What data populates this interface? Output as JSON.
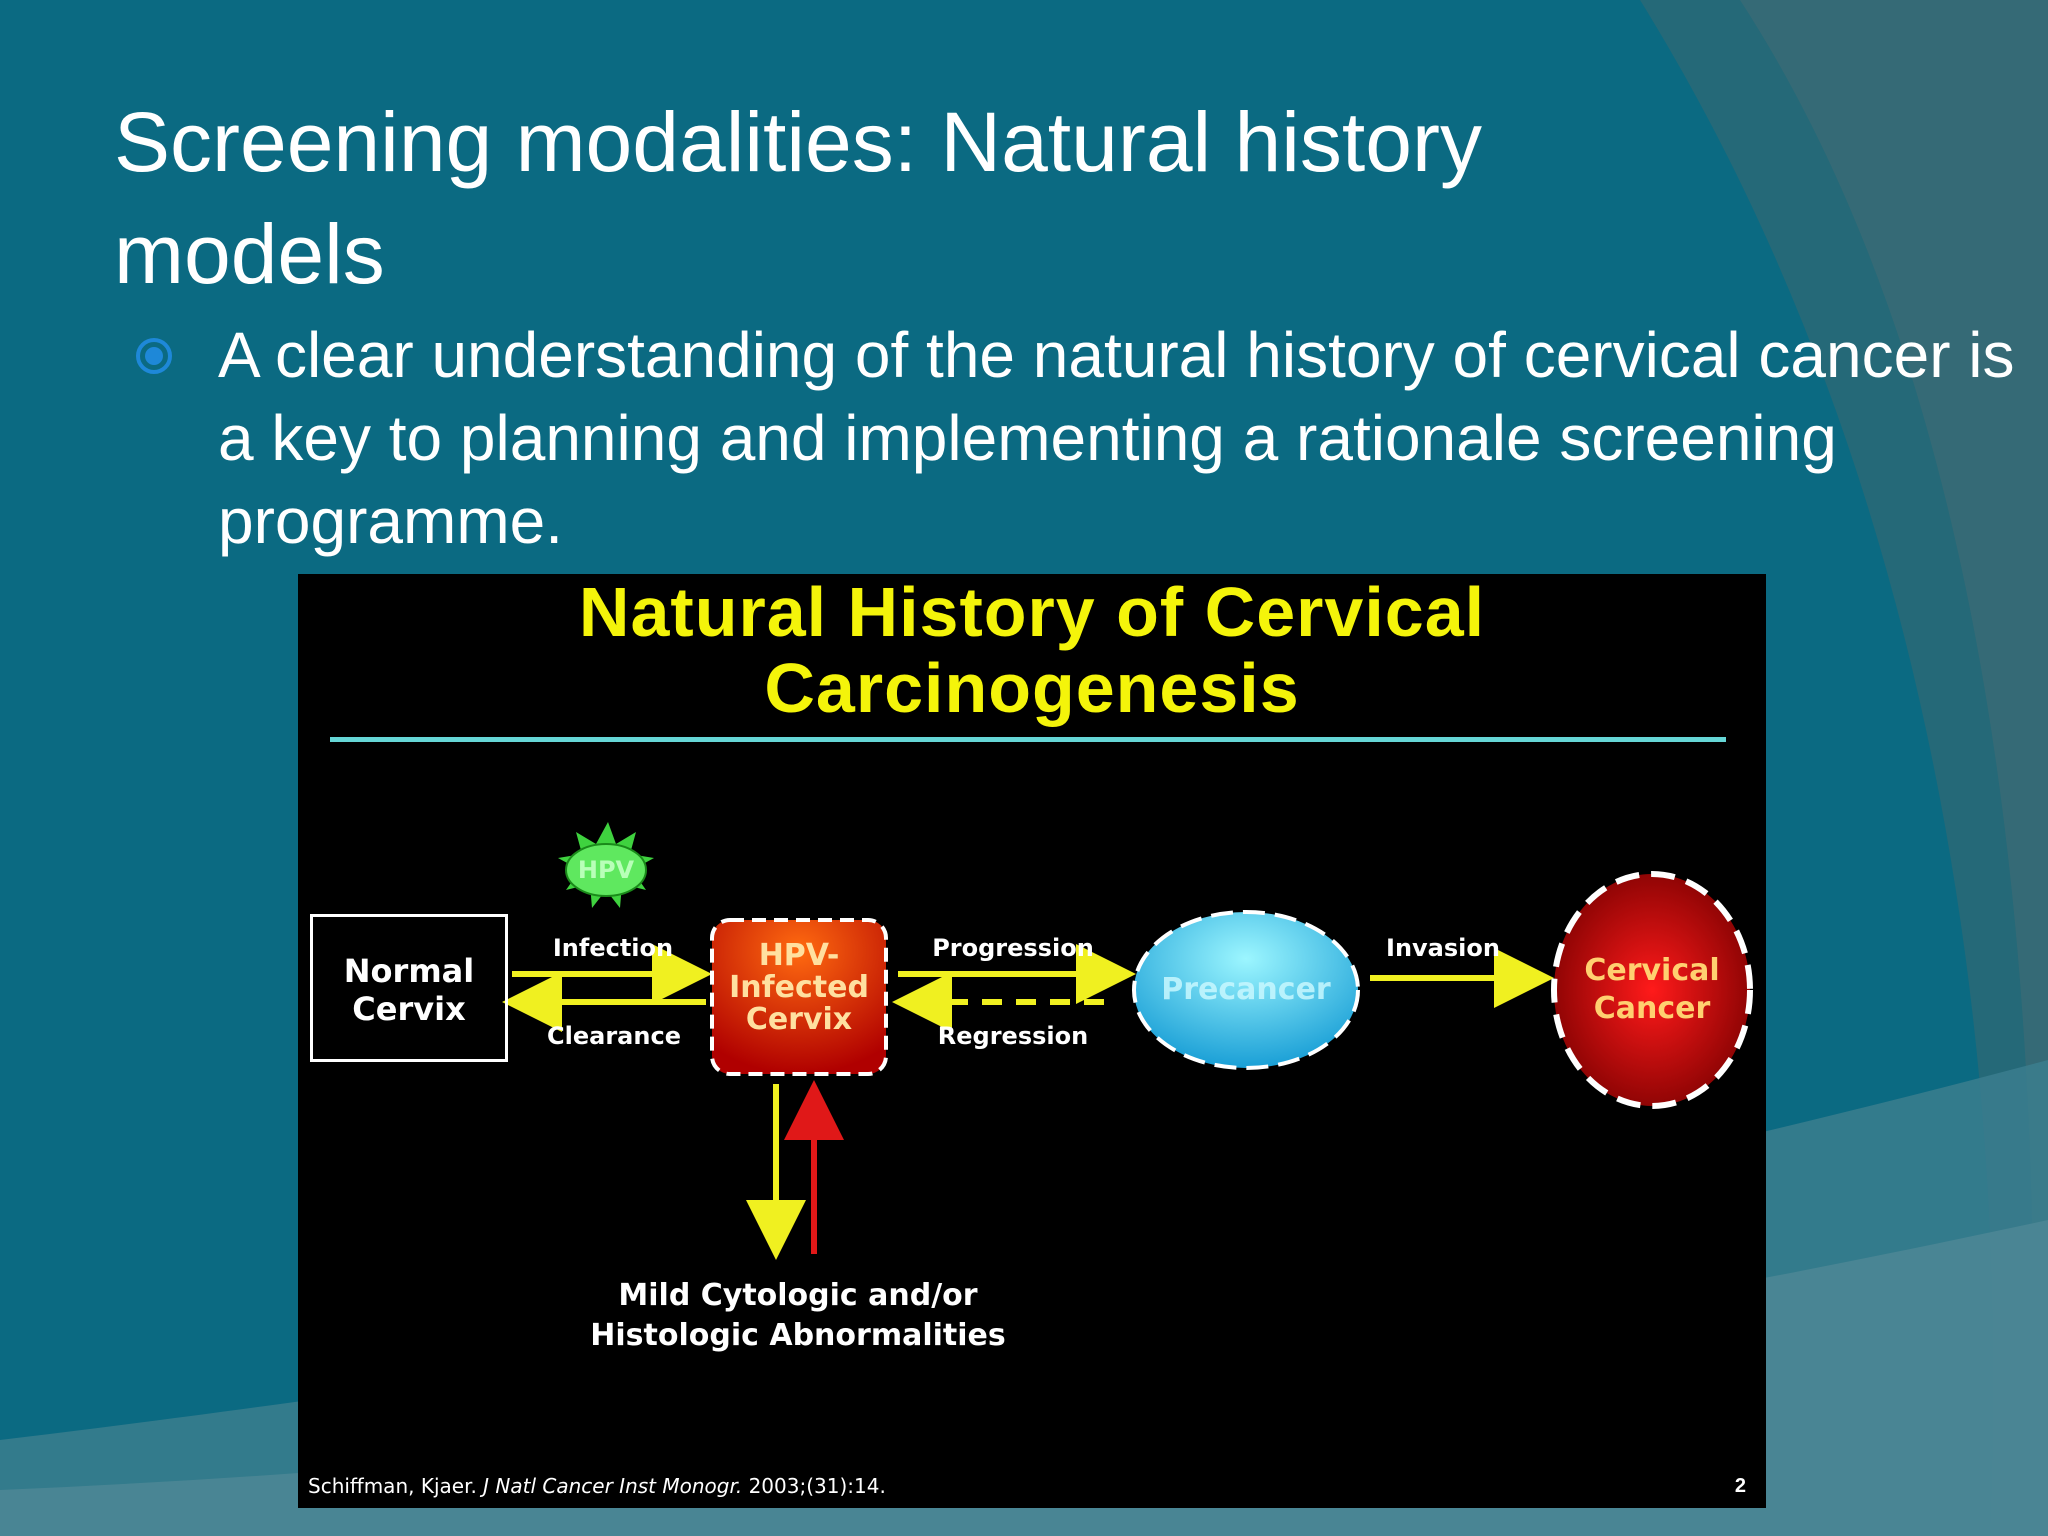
{
  "slide": {
    "title": "Screening modalities: Natural history models",
    "bullet": "A clear understanding of the natural history of cervical cancer is a key to planning and implementing a rationale screening programme."
  },
  "figure": {
    "title_line1": "Natural History of Cervical",
    "title_line2": "Carcinogenesis",
    "hpv_badge": "HPV",
    "normal_cervix_line1": "Normal",
    "normal_cervix_line2": "Cervix",
    "infected_line1": "HPV-",
    "infected_line2": "Infected",
    "infected_line3": "Cervix",
    "precancer": "Precancer",
    "cancer_line1": "Cervical",
    "cancer_line2": "Cancer",
    "infection": "Infection",
    "clearance": "Clearance",
    "progression": "Progression",
    "regression": "Regression",
    "invasion": "Invasion",
    "abnormal_line1": "Mild Cytologic and/or",
    "abnormal_line2": "Histologic Abnormalities",
    "citation_authors": "Schiffman, Kjaer.",
    "citation_journal": "J Natl Cancer Inst Monogr.",
    "citation_rest": "2003;(31):14.",
    "page_number": "2"
  },
  "colors": {
    "background": "#0b6a82",
    "figure_title": "#f4f40a",
    "rule": "#66d6d6",
    "arrow": "#f0f020",
    "red_arrow": "#e01818"
  },
  "icons": [
    "bullet-target-icon",
    "hpv-starburst-icon"
  ]
}
